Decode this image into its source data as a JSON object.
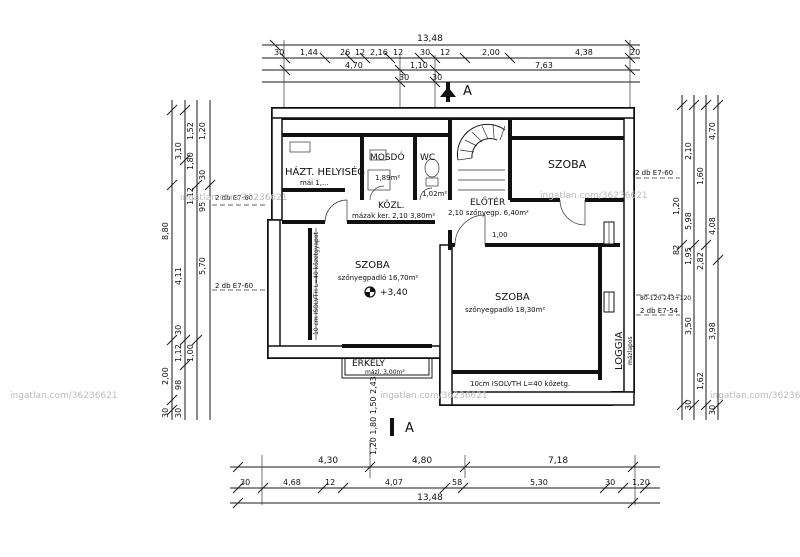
{
  "section_markers": {
    "a_top": "A",
    "a_bottom": "A"
  },
  "top_dims": {
    "overall": "13,48",
    "row1": [
      "30",
      "1,44",
      "26",
      "12",
      "2,16",
      "12",
      "30",
      "12",
      "2,00",
      "4,38",
      "20"
    ],
    "row2": [
      "4,70",
      "1,10",
      "7,63"
    ],
    "row3": [
      "30",
      "30"
    ]
  },
  "bottom_dims": {
    "row1": [
      "4,30",
      "4,80",
      "7,18"
    ],
    "row2": [
      "30",
      "4,68",
      "12",
      "4,07",
      "58",
      "5,30",
      "30",
      "1,20"
    ],
    "overall": "13,48",
    "vertical": "1,20 1,80 1,50 2,43"
  },
  "left_dims": {
    "outer": [
      "3,10",
      "4,11",
      "2,00",
      "30"
    ],
    "mid": [
      "1,52",
      "1,80",
      "8,80",
      "1,12",
      "1,00",
      "98",
      "30"
    ],
    "inner": [
      "1,20",
      "30",
      "1,12",
      "95",
      "5,70",
      "30"
    ]
  },
  "right_dims": {
    "outer": [
      "4,70",
      "4,08",
      "3,98",
      "30"
    ],
    "inner": [
      "2,10",
      "1,60",
      "5,98",
      "1,20",
      "82",
      "1,95",
      "2,82",
      "3,50",
      "1,62",
      "30"
    ]
  },
  "rooms": [
    {
      "name": "HÁZT. HELYISÉG",
      "sub": "mái 1,..."
    },
    {
      "name": "MOSDÓ",
      "sub": "1,89m²"
    },
    {
      "name": "WC",
      "sub": "1,02m²"
    },
    {
      "name": "KÖZL.",
      "sub": "mázak ker. 2,10  3,80m²"
    },
    {
      "name": "ELŐTÉR",
      "sub": "2,10 szőnyegp. 6,40m²"
    },
    {
      "name": "SZOBA",
      "sub": "szőnyegpadló 16,70m²"
    },
    {
      "name": "SZOBA",
      "sub": "szőnyegpadló 18,30m²"
    },
    {
      "name": "SZOBA",
      "sub": ""
    },
    {
      "name": "ERKÉLY",
      "sub": "mázl. 3,00m²"
    },
    {
      "name": "LOGGIA",
      "sub": "mázlapos"
    }
  ],
  "notes": {
    "level": "+3,40",
    "wall_left": "10 cm ISOLVTH L=40 kőzetgyapot",
    "wall_bottom": "10cm ISOLVTH L=40 kőzetg.",
    "window_left1": "2 db E7-60",
    "window_left2": "2 db E7-60",
    "window_right": "2 db E7-60",
    "window_right2": "2 db E7-54",
    "right_window_sizes": "80-120  243+120",
    "door_size": "1,00"
  },
  "watermarks": [
    "ingatlan.com/36236621",
    "ingatlan.com/36236621",
    "ingatlan.com/36236621",
    "ingatlan.com/36236621",
    "ingatlan.com/36236621"
  ]
}
